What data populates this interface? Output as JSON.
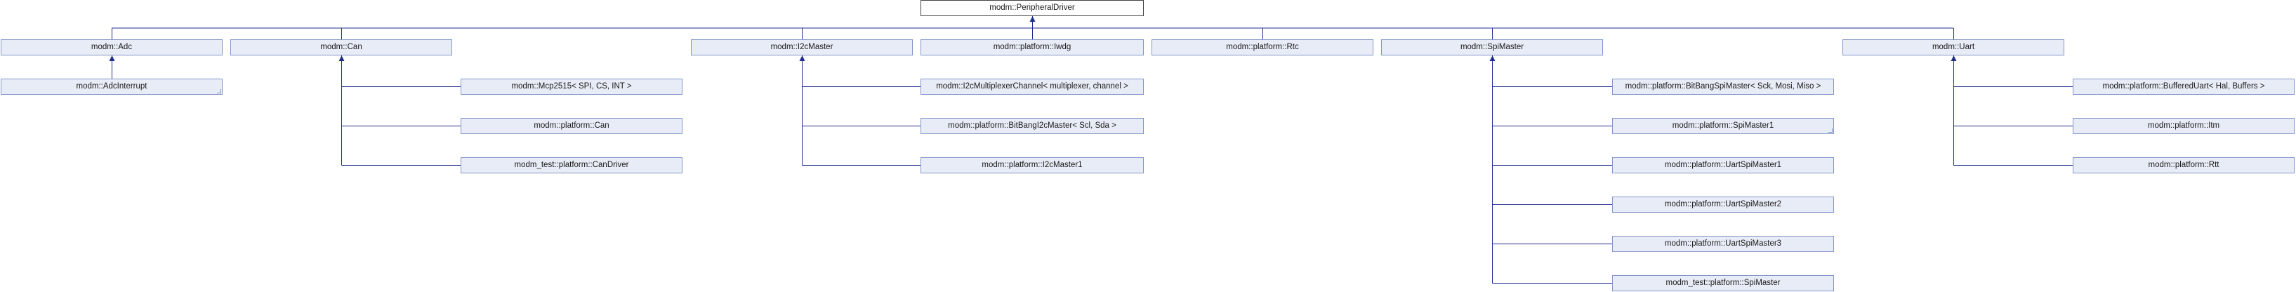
{
  "colors": {
    "edge": "#1f2d8c",
    "node_fill": "#e8ecf6",
    "node_border": "#8496c8",
    "root_fill": "#ffffff"
  },
  "nodes": {
    "peripheral_driver": "modm::PeripheralDriver",
    "adc": "modm::Adc",
    "can": "modm::Can",
    "i2c_master": "modm::I2cMaster",
    "iwdg": "modm::platform::Iwdg",
    "rtc": "modm::platform::Rtc",
    "spi_master": "modm::SpiMaster",
    "uart": "modm::Uart",
    "adc_interrupt": "modm::AdcInterrupt",
    "mcp2515": "modm::Mcp2515< SPI, CS, INT >",
    "platform_can": "modm::platform::Can",
    "test_can_driver": "modm_test::platform::CanDriver",
    "i2c_mux_channel": "modm::I2cMultiplexerChannel< multiplexer, channel >",
    "bitbang_i2c": "modm::platform::BitBangI2cMaster< Scl, Sda >",
    "i2c_master1": "modm::platform::I2cMaster1",
    "bitbang_spi": "modm::platform::BitBangSpiMaster< Sck, Mosi, Miso >",
    "spi_master1": "modm::platform::SpiMaster1",
    "uart_spi1": "modm::platform::UartSpiMaster1",
    "uart_spi2": "modm::platform::UartSpiMaster2",
    "uart_spi3": "modm::platform::UartSpiMaster3",
    "test_spi": "modm_test::platform::SpiMaster",
    "buffered_uart": "modm::platform::BufferedUart< Hal, Buffers >",
    "itm": "modm::platform::Itm",
    "rtt": "modm::platform::Rtt"
  }
}
